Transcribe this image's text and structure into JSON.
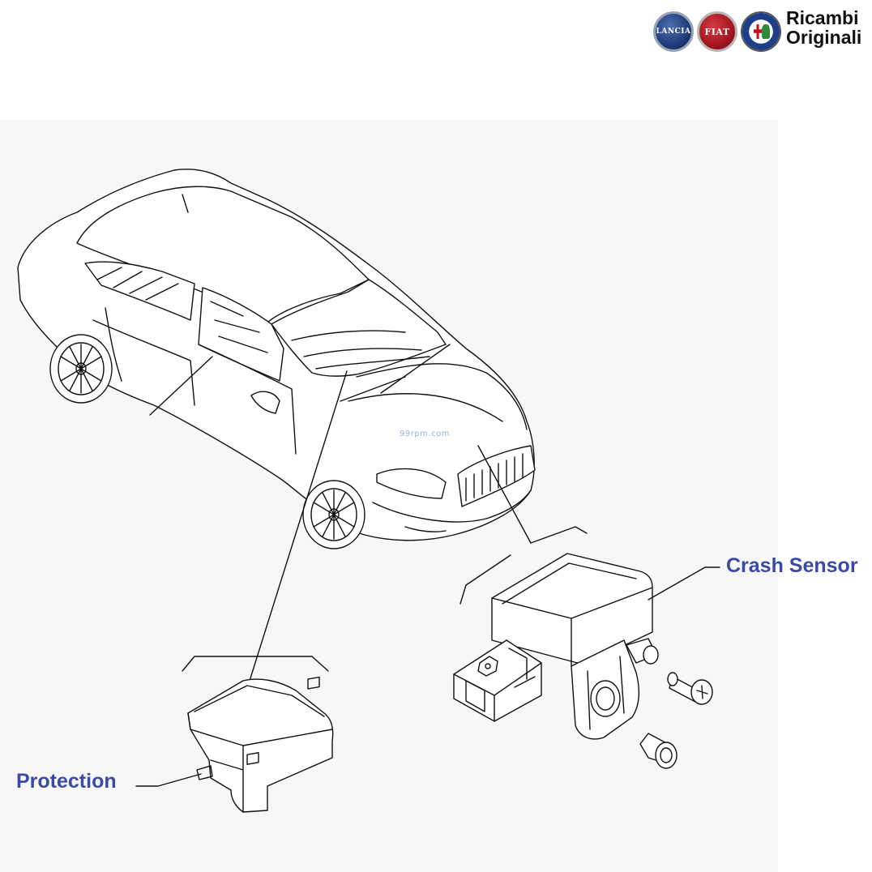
{
  "branding": {
    "badges": [
      {
        "name": "lancia",
        "text": "LANCIA",
        "color": "#1f3c7a"
      },
      {
        "name": "fiat",
        "text": "FIAT",
        "color": "#a4151f"
      },
      {
        "name": "alfa-romeo",
        "text": "",
        "color": "#1d3f8a"
      }
    ],
    "line1": "Ricambi",
    "line2": "Originali"
  },
  "watermark": "99rpm.com",
  "callouts": {
    "crash_sensor": "Crash Sensor",
    "protection": "Protection"
  },
  "colors": {
    "label": "#3b4aa5",
    "line": "#111111"
  }
}
